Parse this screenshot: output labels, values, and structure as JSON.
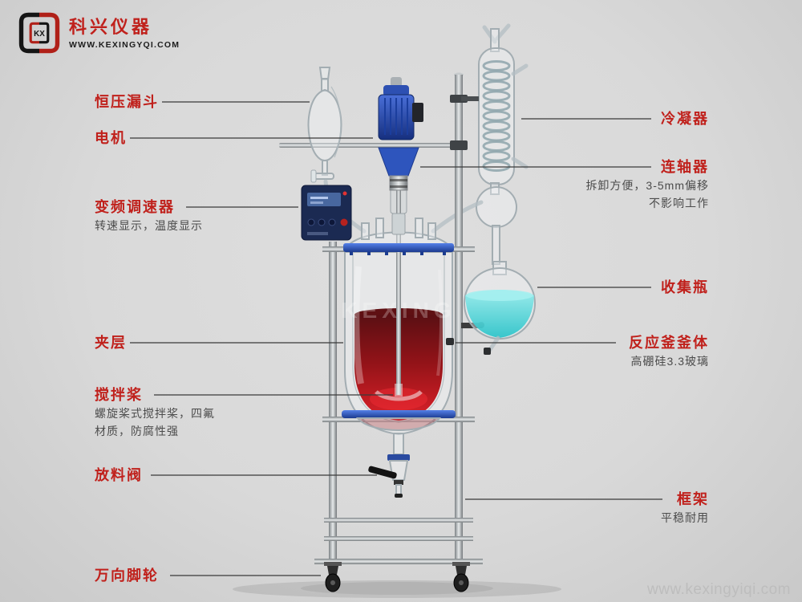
{
  "brand": {
    "logo_monogram": "KX",
    "name": "科兴仪器",
    "website": "WWW.KEXINGYQI.COM",
    "watermark": "www.kexingyiqi.com"
  },
  "diagram": {
    "glass_watermark": "KEXING"
  },
  "colors": {
    "label_red": "#c0211c",
    "subtitle_gray": "#4c4c4c",
    "watermark_gray": "#bdbdbd",
    "liquid_red": "#c41a22",
    "liquid_teal": "#2fc9cd",
    "motor_blue": "#2a53b8",
    "frame_steel": "#9aa0a4"
  },
  "labels_left": [
    {
      "title": "恒压漏斗"
    },
    {
      "title": "电机"
    },
    {
      "title": "变频调速器",
      "sub1": "转速显示，温度显示"
    },
    {
      "title": "夹层"
    },
    {
      "title": "搅拌桨",
      "sub1": "螺旋桨式搅拌桨，四氟",
      "sub2": "材质，防腐性强"
    },
    {
      "title": "放料阀"
    },
    {
      "title": "万向脚轮"
    }
  ],
  "labels_right": [
    {
      "title": "冷凝器"
    },
    {
      "title": "连轴器",
      "sub1": "拆卸方便，3-5mm偏移",
      "sub2": "不影响工作"
    },
    {
      "title": "收集瓶"
    },
    {
      "title": "反应釜釜体",
      "sub1": "高硼硅3.3玻璃"
    },
    {
      "title": "框架",
      "sub1": "平稳耐用"
    }
  ]
}
